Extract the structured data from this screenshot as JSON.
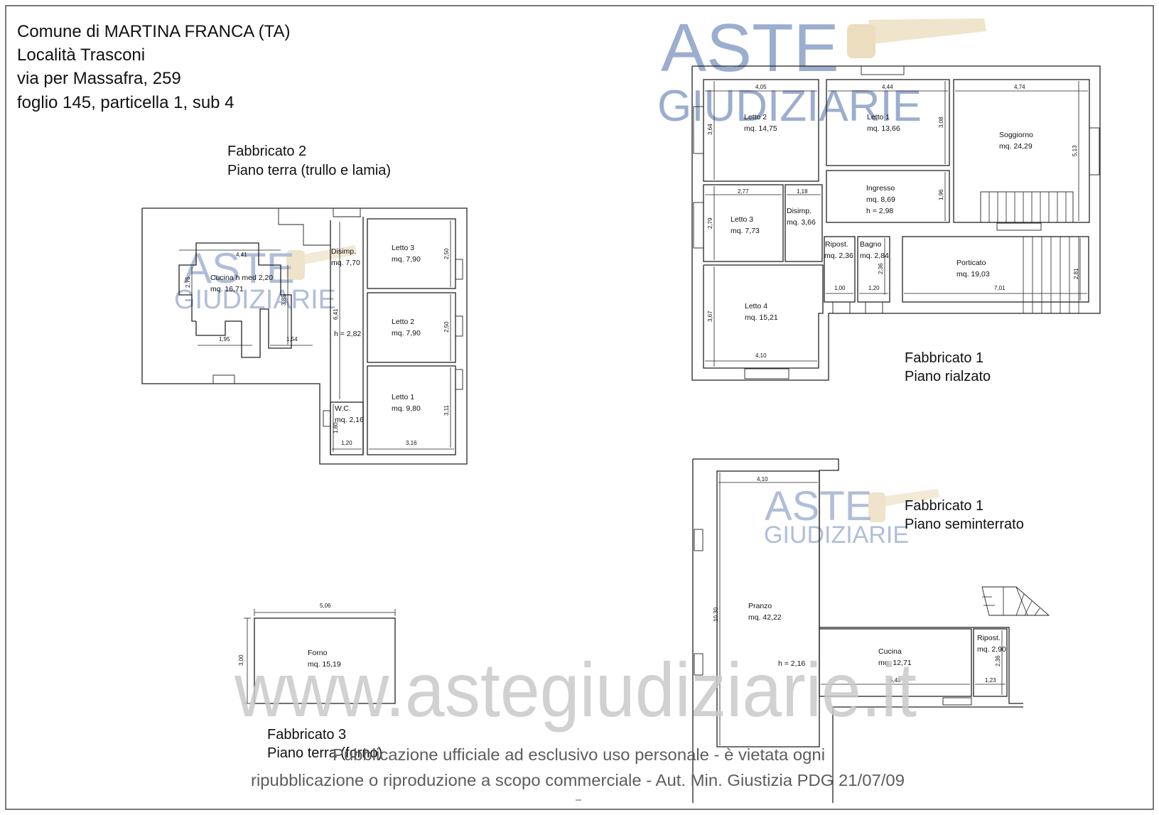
{
  "header": {
    "line1": "Comune di MARTINA FRANCA (TA)",
    "line2": "Località Trasconi",
    "line3": "via per Massafra, 259",
    "line4": "foglio 145, particella 1, sub 4"
  },
  "blocks": {
    "f2_title": "Fabbricato 2",
    "f2_sub": "Piano terra (trullo e lamia)",
    "f1r_title": "Fabbricato 1",
    "f1r_sub": "Piano rialzato",
    "f1s_title": "Fabbricato 1",
    "f1s_sub": "Piano seminterrato",
    "f3_title": "Fabbricato 3",
    "f3_sub": "Piano terra (forno)"
  },
  "rooms": {
    "f2_cucina_name": "Cucina h med 2,20",
    "f2_cucina_area": "mq. 16,71",
    "f2_disimp_name": "Disimp.",
    "f2_disimp_area": "mq. 7,70",
    "f2_disimp_h": "h =  2,82",
    "f2_letto3_name": "Letto 3",
    "f2_letto3_area": "mq. 7,90",
    "f2_letto2_name": "Letto 2",
    "f2_letto2_area": "mq. 7,90",
    "f2_letto1_name": "Letto 1",
    "f2_letto1_area": "mq. 9,80",
    "f2_wc_name": "W.C.",
    "f2_wc_area": "mq. 2,16",
    "f1_letto2_name": "Letto 2",
    "f1_letto2_area": "mq. 14,75",
    "f1_letto1_name": "Letto 1",
    "f1_letto1_area": "mq. 13,66",
    "f1_soggiorno_name": "Soggiorno",
    "f1_soggiorno_area": "mq. 24,29",
    "f1_ingresso_name": "Ingresso",
    "f1_ingresso_area": "mq. 8,69",
    "f1_ingresso_h": "h =  2,98",
    "f1_letto3_name": "Letto 3",
    "f1_letto3_area": "mq. 7,73",
    "f1_disimp_name": "Disimp.",
    "f1_disimp_area": "mq. 3,66",
    "f1_ripost_name": "Ripost.",
    "f1_ripost_area": "mq. 2,36",
    "f1_bagno_name": "Bagno",
    "f1_bagno_area": "mq. 2,84",
    "f1_porticato_name": "Porticato",
    "f1_porticato_area": "mq. 19,03",
    "f1_letto4_name": "Letto 4",
    "f1_letto4_area": "mq. 15,21",
    "fs_pranzo_name": "Pranzo",
    "fs_pranzo_area": "mq. 42,22",
    "fs_pranzo_h": "h =  2,16",
    "fs_cucina_name": "Cucina",
    "fs_cucina_area": "mq. 12,71",
    "fs_ripost_name": "Ripost.",
    "fs_ripost_area": "mq. 2,90",
    "f3_forno_name": "Forno",
    "f3_forno_area": "mq. 15,19"
  },
  "dims": {
    "f2_441": "4,41",
    "f2_275": "2,75",
    "f2_385": "3,85",
    "f2_195": "1,95",
    "f2_154": "1,54",
    "f2_641": "6,41",
    "f2_250a": "2,50",
    "f2_250b": "2,50",
    "f2_311": "3,11",
    "f2_180": "1,80",
    "f2_120": "1,20",
    "f2_316": "3,16",
    "f1_405": "4,05",
    "f1_444": "4,44",
    "f1_474": "4,74",
    "f1_364": "3,64",
    "f1_308": "3,08",
    "f1_513": "5,13",
    "f1_277": "2,77",
    "f1_118": "1,18",
    "f1_196": "1,96",
    "f1_279": "2,79",
    "f1_236": "2,36",
    "f1_100": "1,00",
    "f1_120": "1,20",
    "f1_701": "7,01",
    "f1_281": "2,81",
    "f1_367": "3,67",
    "f1_410": "4,10",
    "fs_410": "4,10",
    "fs_1030": "10,30",
    "fs_540": "5,40",
    "fs_236": "2,36",
    "fs_123": "1,23",
    "f3_506": "5,06",
    "f3_300": "3,00"
  },
  "watermark": {
    "brand_top": "ASTE",
    "brand_bottom": "GIUDIZIARIE",
    "url": "www.astegiudiziarie.it",
    "disclaimer_1": "Pubblicazione ufficiale ad esclusivo uso personale - è vietata ogni",
    "disclaimer_2": "ripubblicazione o riproduzione a scopo commerciale - Aut. Min. Giustizia PDG 21/07/09"
  },
  "colors": {
    "line": "#222222",
    "watermark_blue": "#7c93c0",
    "watermark_grey": "#c9c9c9",
    "gavel_gold": "#e0c89a"
  }
}
